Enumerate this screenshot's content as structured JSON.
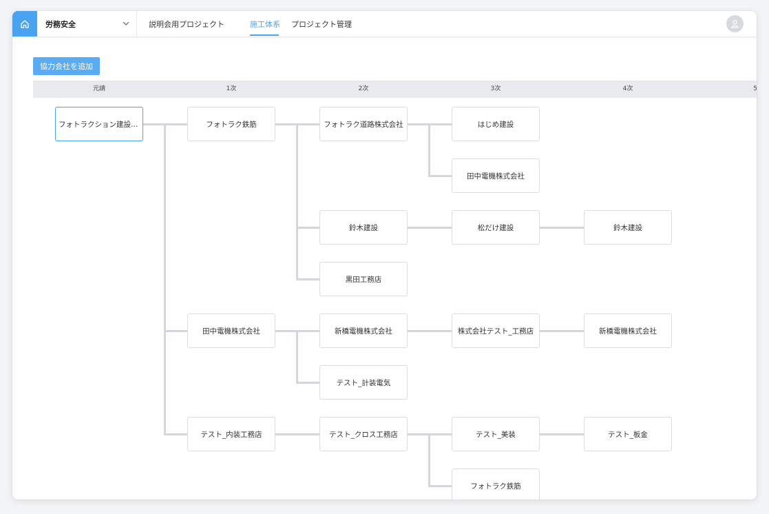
{
  "header": {
    "module_name": "労務安全",
    "project_name": "説明会用プロジェクト",
    "tabs": [
      {
        "label": "施工体系",
        "active": true
      },
      {
        "label": "プロジェクト管理",
        "active": false
      }
    ],
    "accent_color": "#4aa3f0"
  },
  "toolbar": {
    "add_company_label": "協力会社を追加"
  },
  "columns": [
    "元請",
    "1次",
    "2次",
    "3次",
    "4次",
    "5"
  ],
  "tree": {
    "name": "フォトラクション建設株式会社",
    "children": [
      {
        "name": "フォトラク鉄筋",
        "children": [
          {
            "name": "フォトラク道路株式会社",
            "children": [
              {
                "name": "はじめ建設",
                "children": []
              },
              {
                "name": "田中電機株式会社",
                "children": []
              }
            ]
          },
          {
            "name": "鈴木建設",
            "children": [
              {
                "name": "松だけ建設",
                "children": [
                  {
                    "name": "鈴木建設",
                    "children": []
                  }
                ]
              }
            ]
          },
          {
            "name": "黒田工務店",
            "children": []
          }
        ]
      },
      {
        "name": "田中電機株式会社",
        "children": [
          {
            "name": "新橋電機株式会社",
            "children": [
              {
                "name": "株式会社テスト_工務店",
                "children": [
                  {
                    "name": "新橋電機株式会社",
                    "children": []
                  }
                ]
              }
            ]
          },
          {
            "name": "テスト_計装電気",
            "children": []
          }
        ]
      },
      {
        "name": "テスト_内装工務店",
        "children": [
          {
            "name": "テスト_クロス工務店",
            "children": [
              {
                "name": "テスト_美装",
                "children": [
                  {
                    "name": "テスト_板金",
                    "children": []
                  }
                ]
              },
              {
                "name": "フォトラク鉄筋",
                "children": []
              }
            ]
          }
        ]
      }
    ]
  }
}
